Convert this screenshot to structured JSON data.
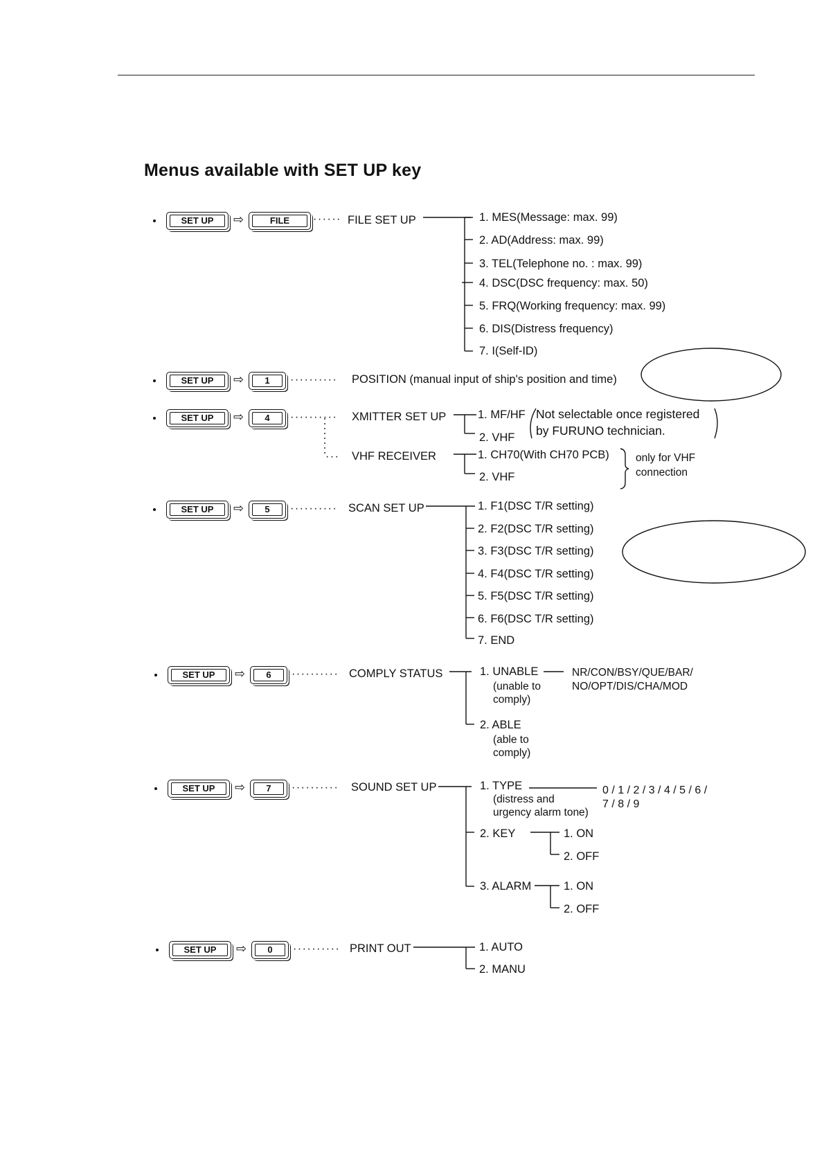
{
  "title": "Menus available with SET UP key",
  "keys": {
    "setup": "SET UP",
    "file": "FILE",
    "k1": "1",
    "k4": "4",
    "k5": "5",
    "k6": "6",
    "k7": "7",
    "k0": "0"
  },
  "arrow": "⇨",
  "file_setup": {
    "label": "FILE SET UP",
    "items": [
      "1. MES(Message: max. 99)",
      "2. AD(Address: max. 99)",
      "3. TEL(Telephone no. : max. 99)",
      "4. DSC(DSC frequency: max. 50)",
      "5. FRQ(Working frequency: max. 99)",
      "6. DIS(Distress frequency)",
      "7. I(Self-ID)"
    ]
  },
  "position": {
    "label": "POSITION (manual input of ship's position and time)"
  },
  "xmitter": {
    "label": "XMITTER SET UP",
    "items": [
      "1. MF/HF",
      "2. VHF"
    ],
    "note_line1": "Not selectable once registered",
    "note_line2": "by FURUNO technician."
  },
  "vhf_receiver": {
    "label": "VHF RECEIVER",
    "items": [
      "1. CH70(With CH70 PCB)",
      "2. VHF"
    ],
    "note_line1": "only for VHF",
    "note_line2": "connection"
  },
  "scan_setup": {
    "label": "SCAN SET UP",
    "items": [
      "1. F1(DSC T/R setting)",
      "2. F2(DSC T/R setting)",
      "3. F3(DSC T/R setting)",
      "4. F4(DSC T/R setting)",
      "5. F5(DSC T/R setting)",
      "6. F6(DSC T/R setting)",
      "7. END"
    ]
  },
  "comply_status": {
    "label": "COMPLY STATUS",
    "unable": "1. UNABLE",
    "unable_sub1": "(unable to",
    "unable_sub2": "comply)",
    "unable_codes1": "NR/CON/BSY/QUE/BAR/",
    "unable_codes2": "NO/OPT/DIS/CHA/MOD",
    "able": "2. ABLE",
    "able_sub1": "(able to",
    "able_sub2": "comply)"
  },
  "sound_setup": {
    "label": "SOUND SET UP",
    "type": "1. TYPE",
    "type_sub1": "(distress and",
    "type_sub2": "urgency alarm tone)",
    "type_values1": "0 / 1 / 2 / 3 / 4 / 5 / 6 /",
    "type_values2": "7 / 8 / 9",
    "key": "2. KEY",
    "key_on": "1. ON",
    "key_off": "2. OFF",
    "alarm": "3. ALARM",
    "alarm_on": "1. ON",
    "alarm_off": "2. OFF"
  },
  "print_out": {
    "label": "PRINT OUT",
    "items": [
      "1. AUTO",
      "2. MANU"
    ]
  }
}
